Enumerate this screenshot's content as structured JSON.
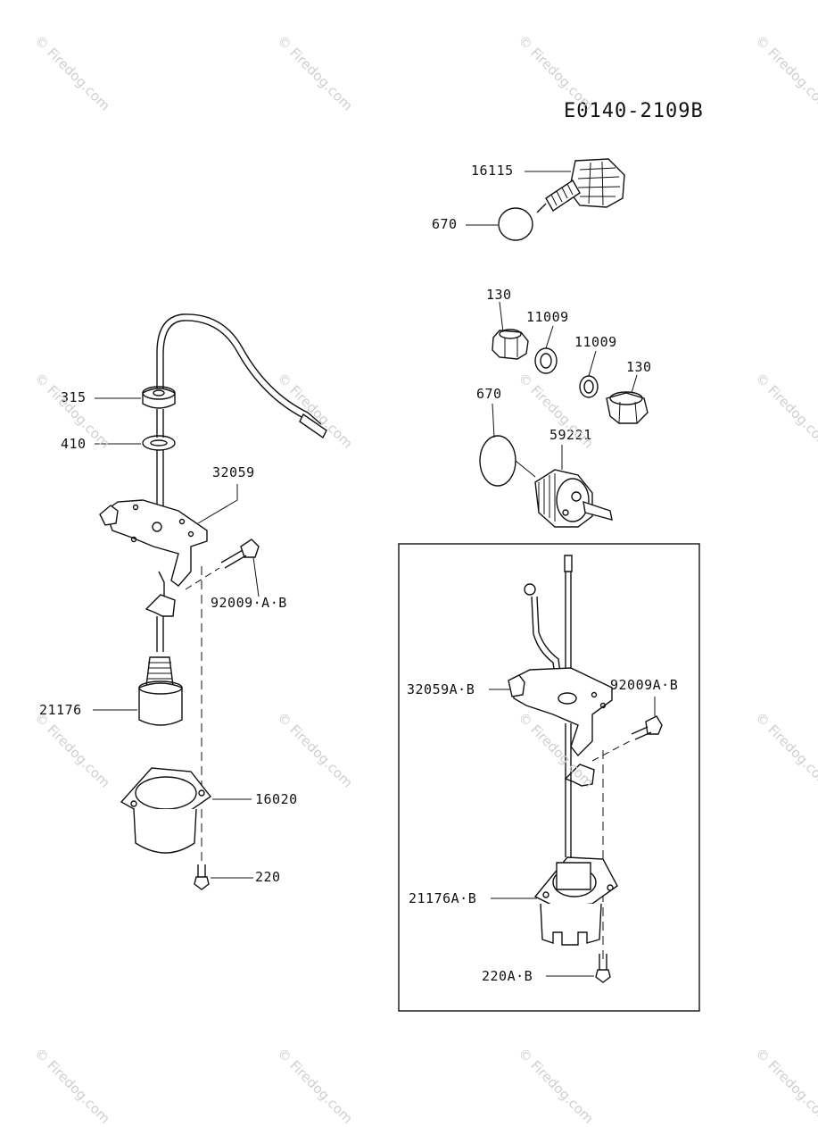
{
  "drawing_code": "E0140-2109B",
  "watermark": "© Firedog.com",
  "callouts": {
    "p16115": "16115",
    "p670_top": "670",
    "p130_a": "130",
    "p11009_a": "11009",
    "p11009_b": "11009",
    "p130_b": "130",
    "p670_mid": "670",
    "p59221": "59221",
    "p315": "315",
    "p410": "410",
    "p32059": "32059",
    "p92009": "92009·A·B",
    "p21176": "21176",
    "p16020": "16020",
    "p220": "220",
    "p32059AB": "32059A·B",
    "p92009AB": "92009A·B",
    "p21176AB": "21176A·B",
    "p220AB": "220A·B"
  }
}
